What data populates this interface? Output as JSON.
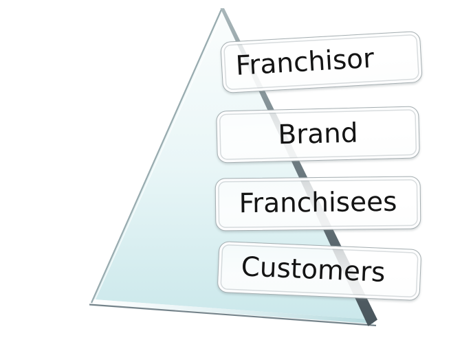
{
  "diagram": {
    "type": "pyramid-list",
    "items": [
      {
        "label": "Franchisor"
      },
      {
        "label": "Brand"
      },
      {
        "label": "Franchisees"
      },
      {
        "label": "Customers"
      }
    ],
    "colors": {
      "background": "#ffffff",
      "pyramid_fill_top": "#fbfdfd",
      "pyramid_fill_bottom": "#cbe8eb",
      "pyramid_left_edge": "#98abaf",
      "pyramid_right_edge_top": "#a9b7ba",
      "pyramid_right_edge_bottom": "#49555c",
      "pyramid_base_line": "#74838a",
      "box_fill": "#ffffff",
      "box_border": "#a5aeb1",
      "text": "#141414"
    }
  }
}
